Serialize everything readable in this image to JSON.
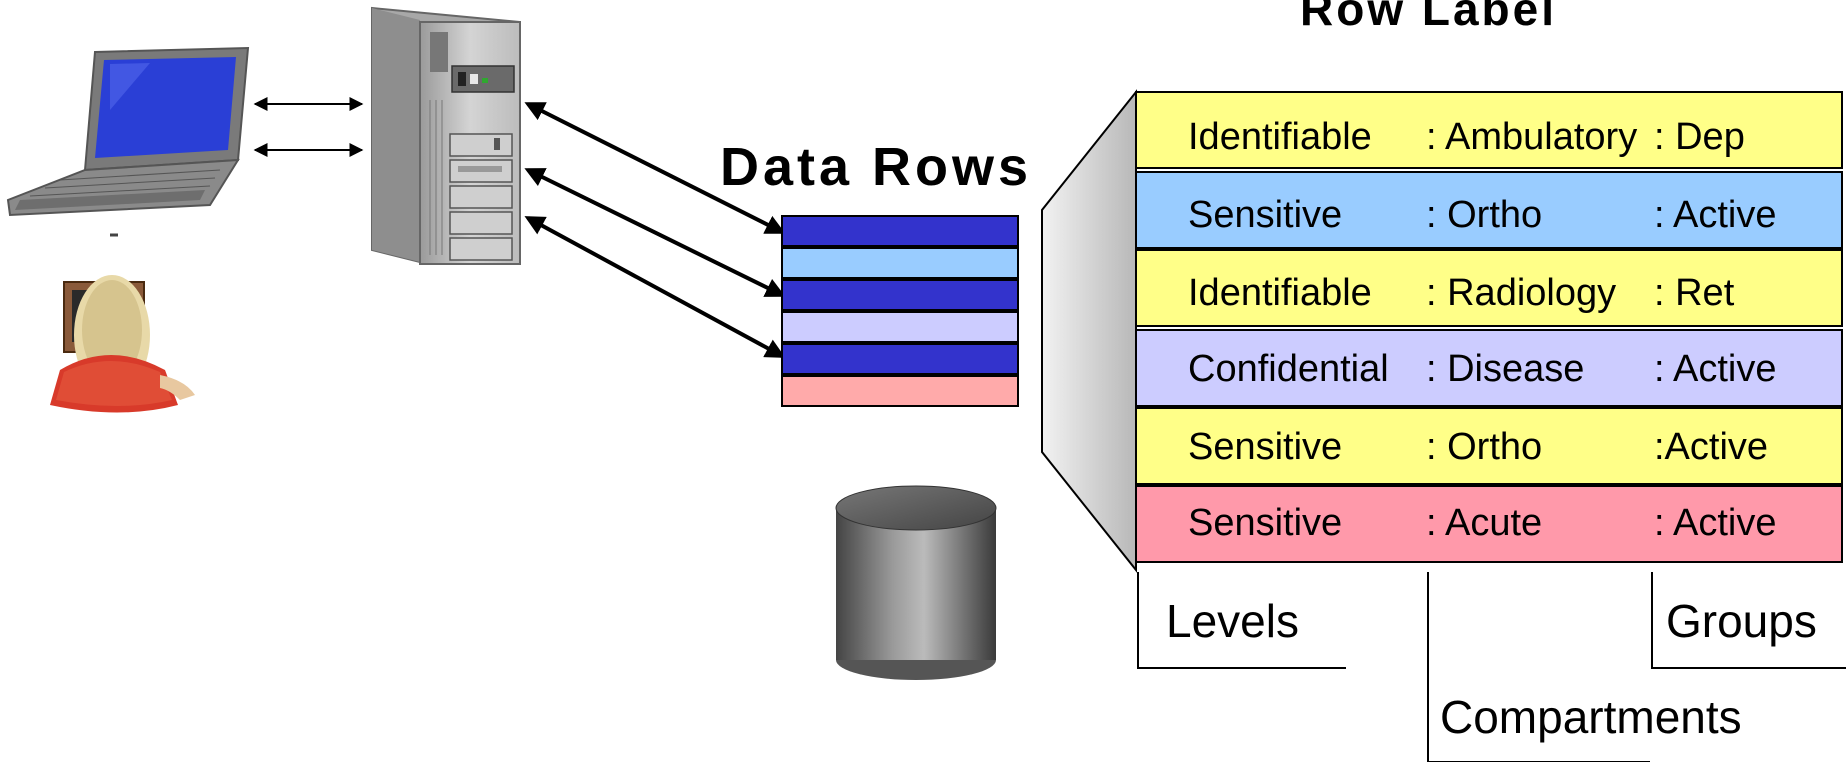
{
  "titles": {
    "row_label": "Row Label",
    "data_rows": "Data Rows"
  },
  "row_label_rows": [
    {
      "level": "Identifiable",
      "compartment": ": Ambulatory",
      "group": ": Dep",
      "color": "#ffff88"
    },
    {
      "level": "Sensitive",
      "compartment": ": Ortho",
      "group": ": Active",
      "color": "#99ccff"
    },
    {
      "level": "Identifiable",
      "compartment": ": Radiology",
      "group": ": Ret",
      "color": "#ffff88"
    },
    {
      "level": "Confidential",
      "compartment": ": Disease",
      "group": ": Active",
      "color": "#ccccff"
    },
    {
      "level": "Sensitive",
      "compartment": ": Ortho",
      "group": ":Active",
      "color": "#ffff88"
    },
    {
      "level": "Sensitive",
      "compartment": ": Acute",
      "group": ": Active",
      "color": "#ff99aa"
    }
  ],
  "data_row_stripes": [
    {
      "color": "#3333cc"
    },
    {
      "color": "#99ccff"
    },
    {
      "color": "#3333cc"
    },
    {
      "color": "#ccccff"
    },
    {
      "color": "#3333cc"
    },
    {
      "color": "#ffaaaa"
    }
  ],
  "bracket_labels": {
    "levels": "Levels",
    "compartments": "Compartments",
    "groups": "Groups"
  },
  "icons": {
    "laptop": "laptop-icon",
    "server": "server-tower-icon",
    "user": "user-at-terminal-icon",
    "database": "database-cylinder-icon"
  }
}
